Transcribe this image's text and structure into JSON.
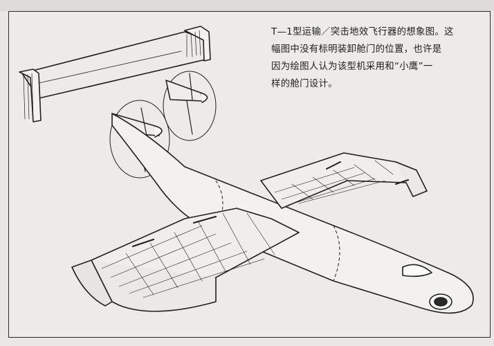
{
  "caption": {
    "lines": [
      "T—1型运输／突击地效飞行器的想象图。这",
      "幅图中没有标明装卸舱门的位置，也许是",
      "因为绘图人认为该型机采用和“小鹰”一",
      "样的舱门设计。"
    ]
  },
  "colors": {
    "paper": "#ecebe9",
    "ink": "#1d1d1d"
  },
  "illustration": {
    "subject": "ground-effect-aircraft-sketch"
  }
}
